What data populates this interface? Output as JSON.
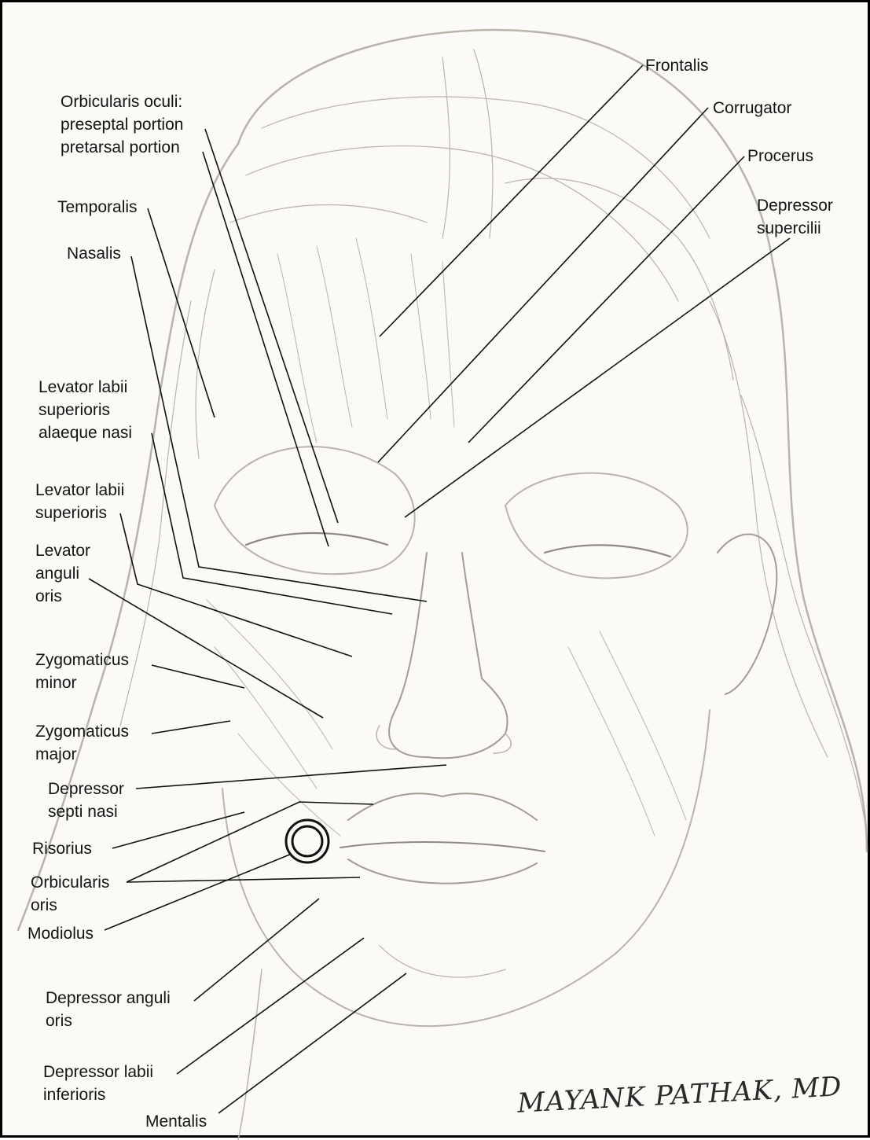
{
  "labels": {
    "frontalis": "Frontalis",
    "orbicularis_oculi": [
      "Orbicularis oculi:",
      "preseptal portion",
      "pretarsal portion"
    ],
    "corrugator": "Corrugator",
    "procerus": "Procerus",
    "temporalis": "Temporalis",
    "depressor_supercilii": [
      "Depressor",
      "supercilii"
    ],
    "nasalis": "Nasalis",
    "levator_labii_sup_alaeque": [
      "Levator labii",
      "superioris",
      "alaeque nasi"
    ],
    "levator_labii_sup": [
      "Levator labii",
      "superioris"
    ],
    "levator_anguli_oris": [
      "Levator",
      "anguli",
      "oris"
    ],
    "zygomaticus_minor": [
      "Zygomaticus",
      "minor"
    ],
    "zygomaticus_major": [
      "Zygomaticus",
      "major"
    ],
    "depressor_septi_nasi": [
      "Depressor",
      "septi nasi"
    ],
    "risorius": "Risorius",
    "orbicularis_oris": [
      "Orbicularis",
      "oris"
    ],
    "modiolus": "Modiolus",
    "depressor_anguli_oris": [
      "Depressor anguli",
      "oris"
    ],
    "depressor_labii_inferioris": [
      "Depressor labii",
      "inferioris"
    ],
    "mentalis": "Mentalis"
  },
  "signature": "MAYANK PATHAK, MD"
}
